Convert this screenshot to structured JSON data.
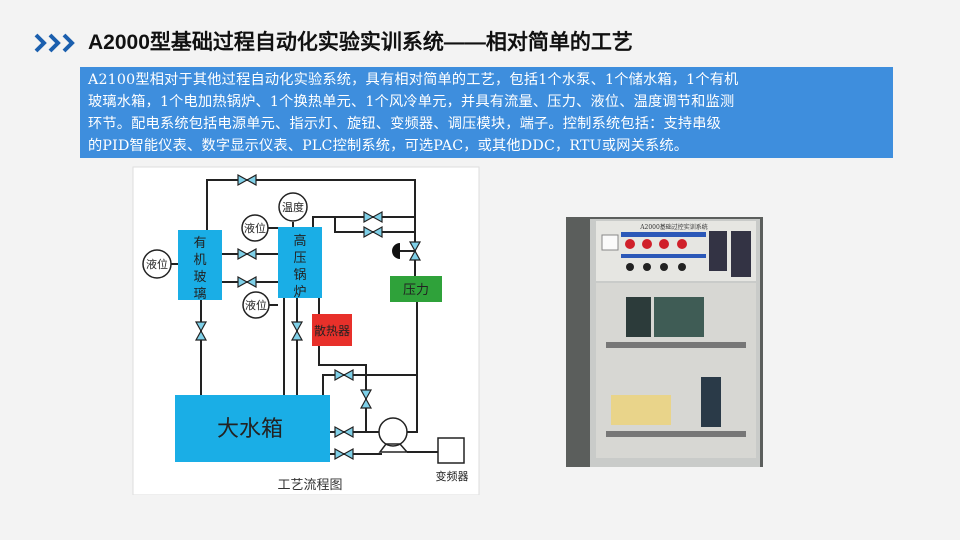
{
  "header": {
    "title": "A2000型基础过程自动化实验实训系统——相对简单的工艺",
    "icon": "chevrons-right-icon",
    "accent": "#1b5fae"
  },
  "description": {
    "lines": [
      "A2100型相对于其他过程自动化实验系统，具有相对简单的工艺，包括1个水泵、1个储水箱，1个有机",
      "玻璃水箱，1个电加热锅炉、1个换热单元、1个风冷单元，并具有流量、压力、液位、温度调节和监测",
      "环节。配电系统包括电源单元、指示灯、旋钮、变频器、调压模块，端子。控制系统包括：支持串级",
      "的PID智能仪表、数字显示仪表、PLC控制系统，可选PAC，或其他DDC，RTU或网关系统。"
    ],
    "bg": "#3e8edd"
  },
  "diagram": {
    "caption": "工艺流程图",
    "tank_glass": [
      "有",
      "机",
      "玻",
      "璃"
    ],
    "boiler": [
      "高",
      "压",
      "锅",
      "炉"
    ],
    "big_tank": "大水箱",
    "radiator": "散热器",
    "pressure": "压力",
    "temperature": "温度",
    "level": "液位",
    "vfd": "变频器"
  },
  "photo": {
    "panel_title": "A2000基础过控实训系统"
  }
}
